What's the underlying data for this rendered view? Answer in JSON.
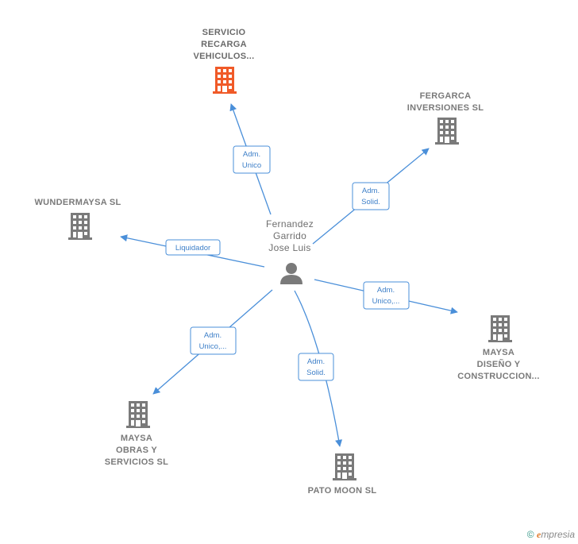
{
  "center": {
    "name_lines": [
      "Fernandez",
      "Garrido",
      "Jose Luis"
    ],
    "icon": "person-icon"
  },
  "companies": [
    {
      "id": "servicio-recarga",
      "lines": [
        "SERVICIO",
        "RECARGA",
        "VEHICULOS..."
      ],
      "icon": "building-icon",
      "color": "#f05a28",
      "role_lines": [
        "Adm.",
        "Unico"
      ]
    },
    {
      "id": "fergarca",
      "lines": [
        "FERGARCA",
        "INVERSIONES SL"
      ],
      "icon": "building-icon",
      "color": "#7a7a7a",
      "role_lines": [
        "Adm.",
        "Solid."
      ]
    },
    {
      "id": "wundermaysa",
      "lines": [
        "WUNDERMAYSA SL"
      ],
      "icon": "building-icon",
      "color": "#7a7a7a",
      "role_lines": [
        "Liquidador"
      ]
    },
    {
      "id": "maysa-diseno",
      "lines": [
        "MAYSA",
        "DISEÑO Y",
        "CONSTRUCCION..."
      ],
      "icon": "building-icon",
      "color": "#7a7a7a",
      "role_lines": [
        "Adm.",
        "Unico,..."
      ]
    },
    {
      "id": "maysa-obras",
      "lines": [
        "MAYSA",
        "OBRAS Y",
        "SERVICIOS  SL"
      ],
      "icon": "building-icon",
      "color": "#7a7a7a",
      "role_lines": [
        "Adm.",
        "Unico,..."
      ]
    },
    {
      "id": "pato-moon",
      "lines": [
        "PATO MOON SL"
      ],
      "icon": "building-icon",
      "color": "#7a7a7a",
      "role_lines": [
        "Adm.",
        "Solid."
      ]
    }
  ],
  "colors": {
    "edge": "#4a8fd9",
    "highlight": "#f05a28",
    "node": "#7a7a7a"
  },
  "footer": {
    "copyright": "©",
    "brand_initial": "e",
    "brand_rest": "mpresia"
  }
}
